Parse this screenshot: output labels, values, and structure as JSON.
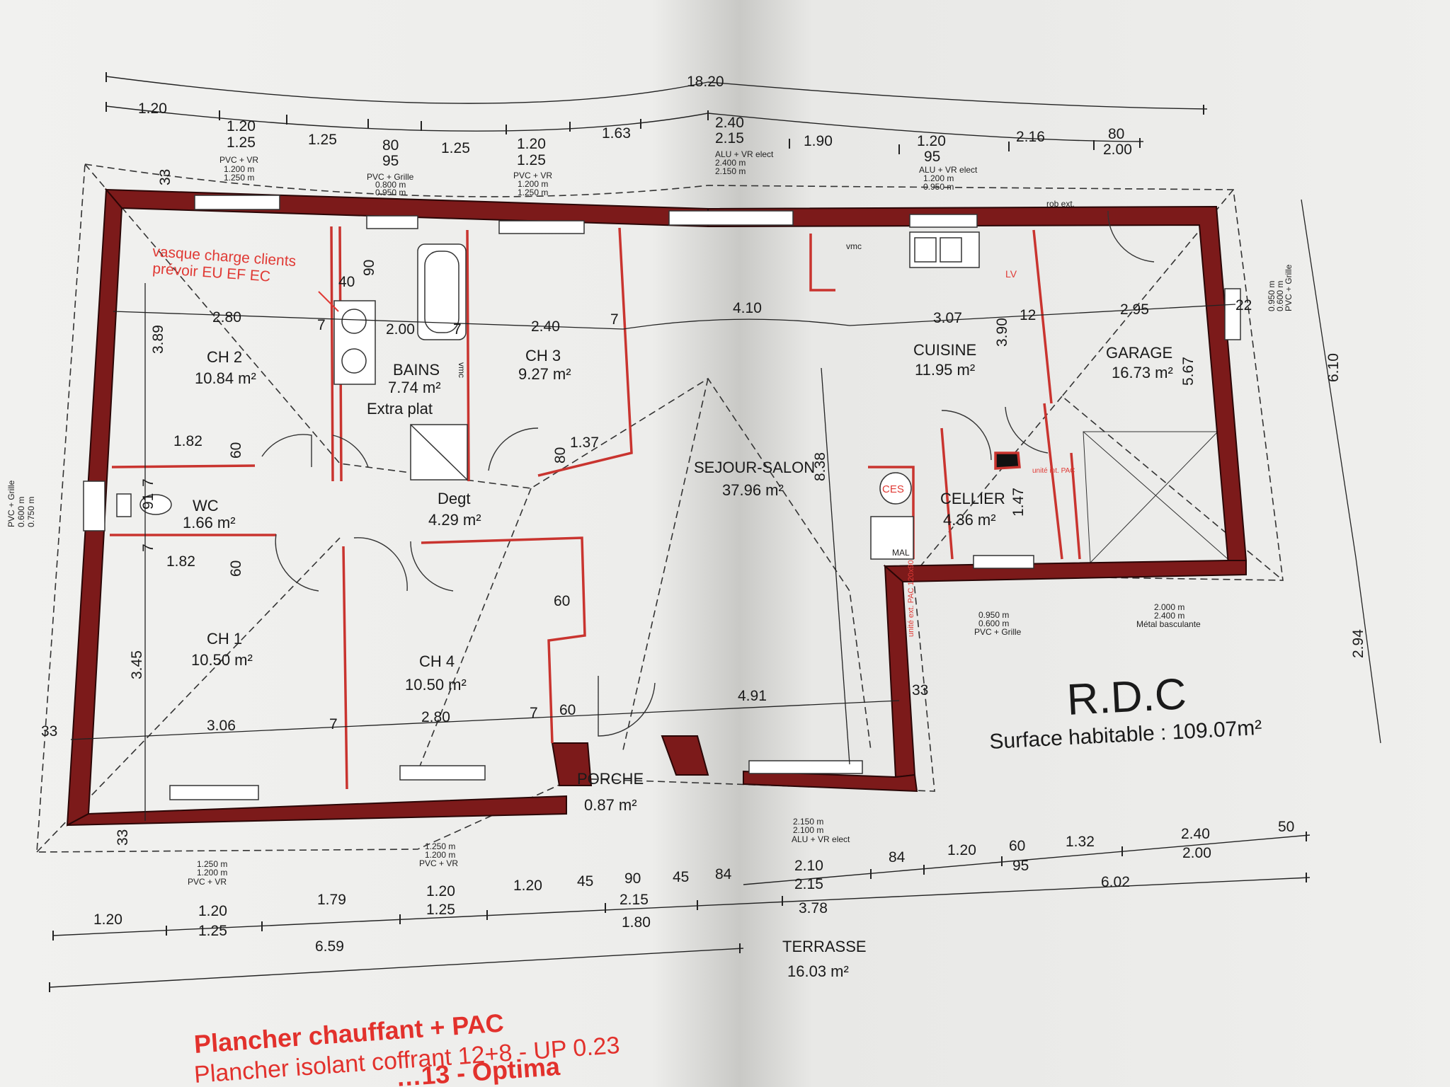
{
  "plan": {
    "level": "R.D.C",
    "surface": "Surface habitable : 109.07m²",
    "note_line1": "vasque charge clients",
    "note_line2": "prévoir EU EF EC",
    "footer": {
      "line1": "Plancher chauffant + PAC",
      "line2": "Plancher isolant coffrant 12+8 - UP 0.23",
      "line3": "…13 - Optima"
    },
    "rooms": {
      "ch2": {
        "name": "CH 2",
        "area": "10.84 m²"
      },
      "bains": {
        "name": "BAINS",
        "area": "7.74 m²",
        "extra": "Extra plat"
      },
      "ch3": {
        "name": "CH 3",
        "area": "9.27 m²"
      },
      "cuisine": {
        "name": "CUISINE",
        "area": "11.95 m²"
      },
      "garage": {
        "name": "GARAGE",
        "area": "16.73 m²"
      },
      "wc": {
        "name": "WC",
        "area": "1.66 m²"
      },
      "degt": {
        "name": "Degt",
        "area": "4.29 m²"
      },
      "sejour": {
        "name": "SEJOUR-SALON",
        "area": "37.96 m²"
      },
      "cellier": {
        "name": "CELLIER",
        "area": "4.36 m²"
      },
      "ch1": {
        "name": "CH 1",
        "area": "10.50 m²"
      },
      "ch4": {
        "name": "CH 4",
        "area": "10.50 m²"
      },
      "porche": {
        "name": "PORCHE",
        "area": "0.87 m²"
      },
      "terrasse": {
        "name": "TERRASSE",
        "area": "16.03 m²"
      }
    },
    "fixtures": {
      "vmc1": "vmc",
      "vmc2": "vmc",
      "lv": "LV",
      "robext": "rob ext.",
      "ces": "CES",
      "mal": "MAL",
      "unite_int": "unité int. PAC",
      "unite_ext": "unité ext. PAC 120x90"
    },
    "top_dims": {
      "overall": "18.20",
      "row": [
        "1.20",
        "1.20",
        "1.25",
        "80",
        "1.25",
        "1.20",
        "1.63",
        "2.40",
        "1.90",
        "1.20",
        "2.16",
        "80"
      ],
      "row_b": [
        "1.25",
        "95",
        "1.25",
        "2.15",
        "95",
        "2.00"
      ],
      "win1": [
        "PVC + VR",
        "1.200 m",
        "1.250 m"
      ],
      "win2": [
        "PVC + Grille",
        "0.800 m",
        "0.950 m"
      ],
      "win3": [
        "PVC + VR",
        "1.200 m",
        "1.250 m"
      ],
      "win4": [
        "ALU + VR elect",
        "2.400 m",
        "2.150 m"
      ],
      "win5": [
        "ALU + VR elect",
        "1.200 m",
        "0.950 m"
      ]
    },
    "interior_dims": {
      "r1": [
        "2.80",
        "7",
        "40",
        "90",
        "2.00",
        "7",
        "2.40",
        "7",
        "4.10",
        "3.07",
        "12",
        "2.95",
        "22"
      ],
      "v": [
        "3.89",
        "3.90",
        "5.67",
        "8.38",
        "1.47",
        "33"
      ],
      "wc": [
        "1.82",
        "60",
        "1.82",
        "60",
        "7",
        "91",
        "7"
      ],
      "ch3": [
        "1.37",
        "80"
      ],
      "ch4": [
        "60",
        "60",
        "7",
        "7"
      ],
      "r2": [
        "3.06",
        "2.80",
        "4.91",
        "33",
        "33",
        "33"
      ],
      "v2": [
        "3.45"
      ]
    },
    "right_dims": {
      "a": "6.10",
      "b": "2.94",
      "side_win": [
        "0.950 m",
        "0.600 m",
        "PVC + Grille"
      ]
    },
    "left_win": [
      "PVC + Grille",
      "0.600 m",
      "0.750 m"
    ],
    "cellier_win": [
      "0.950 m",
      "0.600 m",
      "PVC + Grille"
    ],
    "garage_door": [
      "2.000 m",
      "2.400 m",
      "Métal basculante"
    ],
    "bottom_dims": {
      "r1": [
        "2.10",
        "84",
        "1.20",
        "60",
        "1.32",
        "2.40",
        "50"
      ],
      "r1b": [
        "2.15",
        "95",
        "2.00"
      ],
      "r2": [
        "1.20",
        "1.20",
        "1.79",
        "1.20",
        "1.20",
        "45",
        "90",
        "45",
        "84",
        "3.78",
        "6.02"
      ],
      "r2b": [
        "1.25",
        "1.25",
        "2.15",
        "1.80"
      ],
      "r3": "6.59",
      "win1": [
        "1.250 m",
        "1.200 m",
        "PVC + VR"
      ],
      "win2": [
        "1.250 m",
        "1.200 m",
        "PVC + VR"
      ],
      "win3": [
        "2.150 m",
        "2.100 m",
        "ALU + VR elect"
      ]
    }
  }
}
